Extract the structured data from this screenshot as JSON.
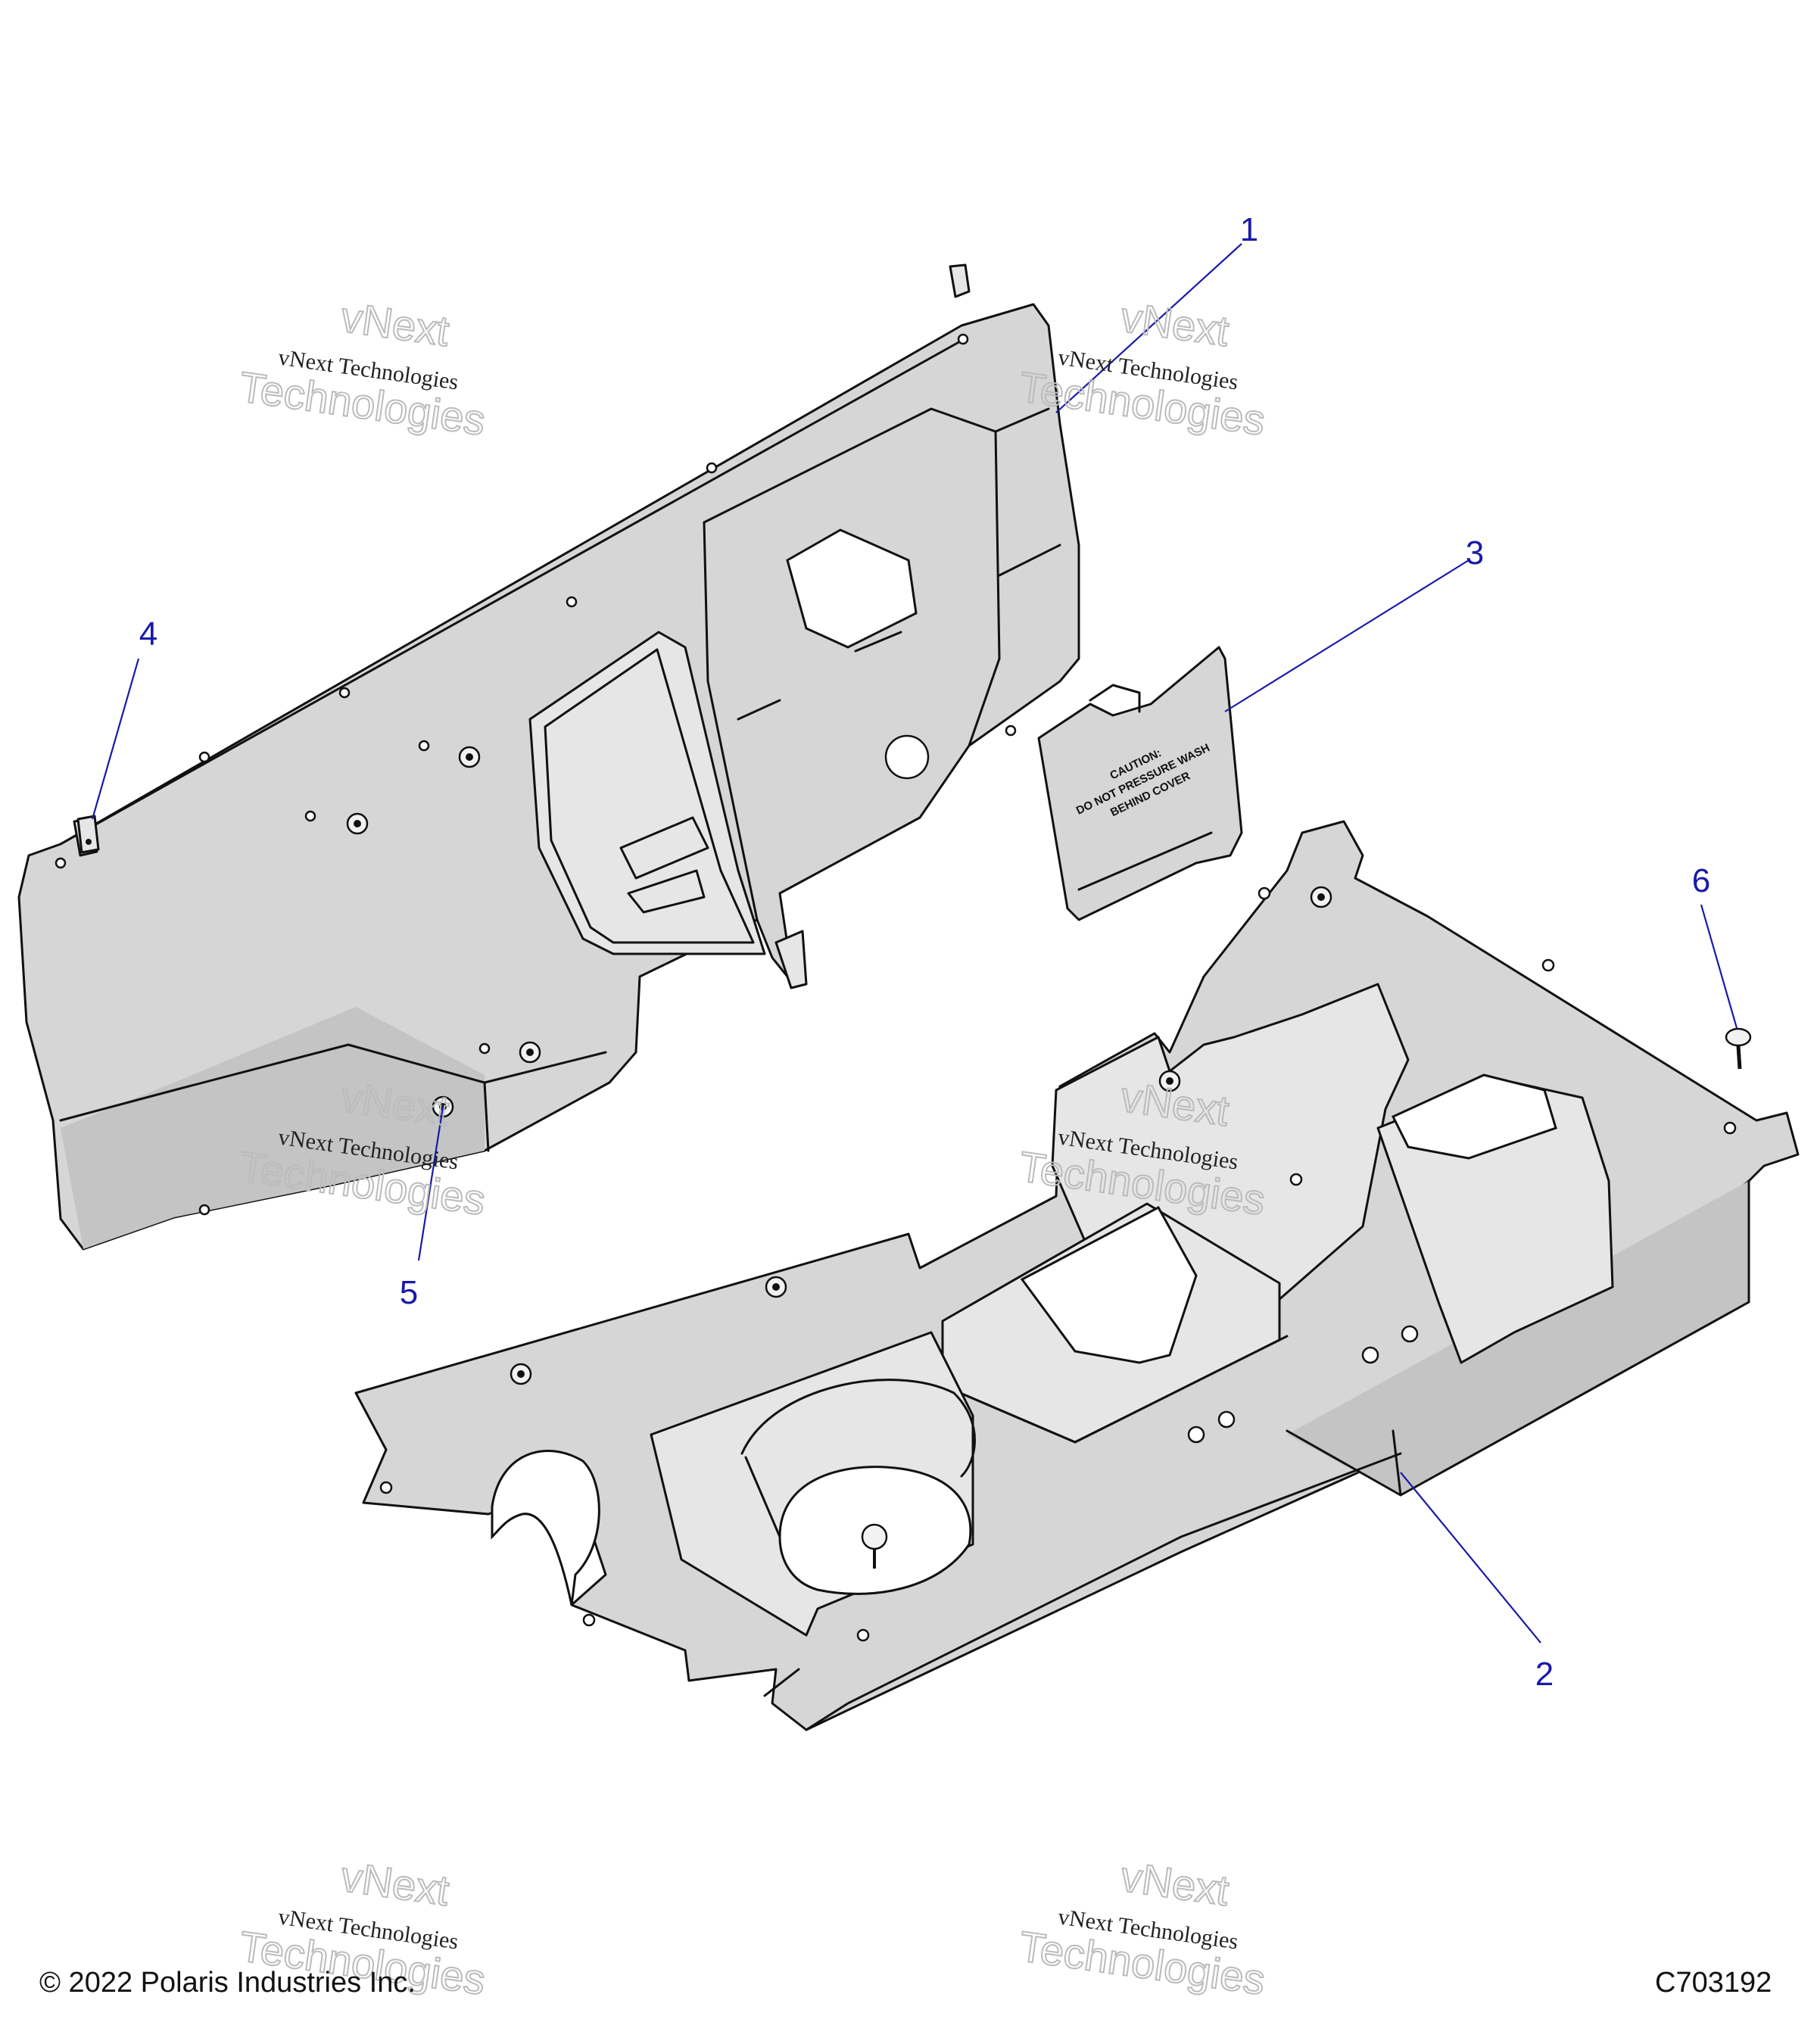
{
  "callouts": [
    {
      "id": "1",
      "label": "1"
    },
    {
      "id": "2",
      "label": "2"
    },
    {
      "id": "3",
      "label": "3"
    },
    {
      "id": "4",
      "label": "4"
    },
    {
      "id": "5",
      "label": "5"
    },
    {
      "id": "6",
      "label": "6"
    }
  ],
  "decal": {
    "line1": "CAUTION:",
    "line2": "DO NOT PRESSURE WASH",
    "line3": "BEHIND COVER"
  },
  "watermark": {
    "line": "vNext Technologies",
    "big_top": "vNext",
    "big_bottom": "Technologies"
  },
  "footer": {
    "copyright": "© 2022 Polaris Industries Inc.",
    "figure_id": "C703192"
  },
  "colors": {
    "callout": "#1a1aa8",
    "part_fill": "#d6d6d6",
    "outline": "#111111"
  }
}
